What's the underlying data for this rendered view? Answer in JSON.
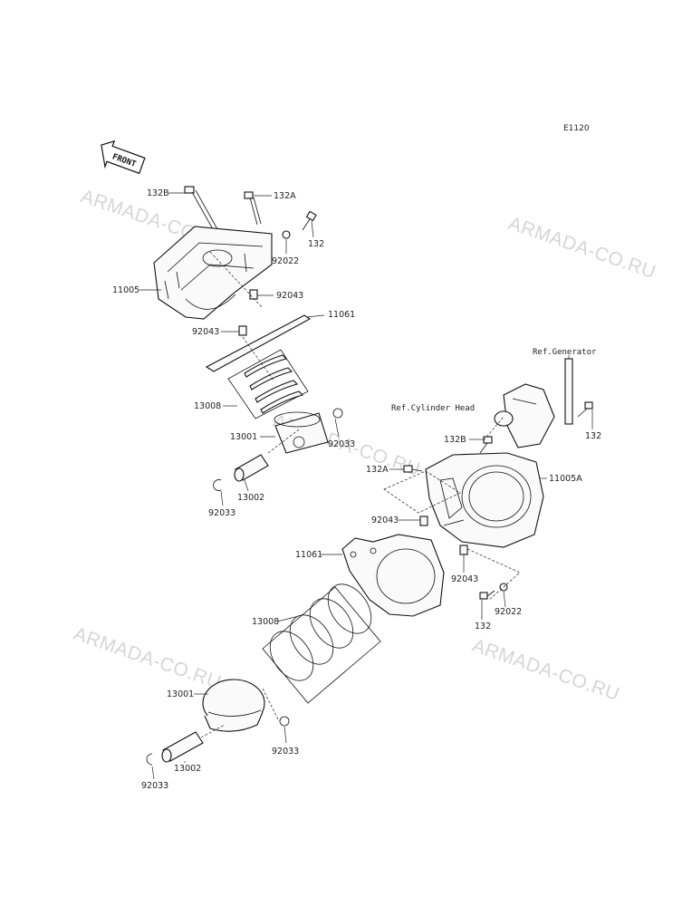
{
  "figure_code": "E1120",
  "front_label": "FRONT",
  "watermark": "ARMADA-CO.RU",
  "refs": {
    "generator": "Ref.Generator",
    "cylinder_head": "Ref.Cylinder Head"
  },
  "labels": {
    "upper_132B": "132B",
    "upper_132A": "132A",
    "upper_132": "132",
    "upper_92022": "92022",
    "upper_11005": "11005",
    "upper_92043_right": "92043",
    "upper_11061": "11061",
    "upper_92043_left": "92043",
    "upper_13008": "13008",
    "upper_13001": "13001",
    "upper_92033_right": "92033",
    "upper_13002": "13002",
    "upper_92033_left": "92033",
    "lower_132B": "132B",
    "lower_132_right": "132",
    "lower_132A": "132A",
    "lower_11005A": "11005A",
    "lower_92043_left": "92043",
    "lower_11061": "11061",
    "lower_92043_right": "92043",
    "lower_92022": "92022",
    "lower_132": "132",
    "lower_13008": "13008",
    "lower_13001": "13001",
    "lower_92033_right": "92033",
    "lower_13002": "13002",
    "lower_92033_left": "92033"
  }
}
